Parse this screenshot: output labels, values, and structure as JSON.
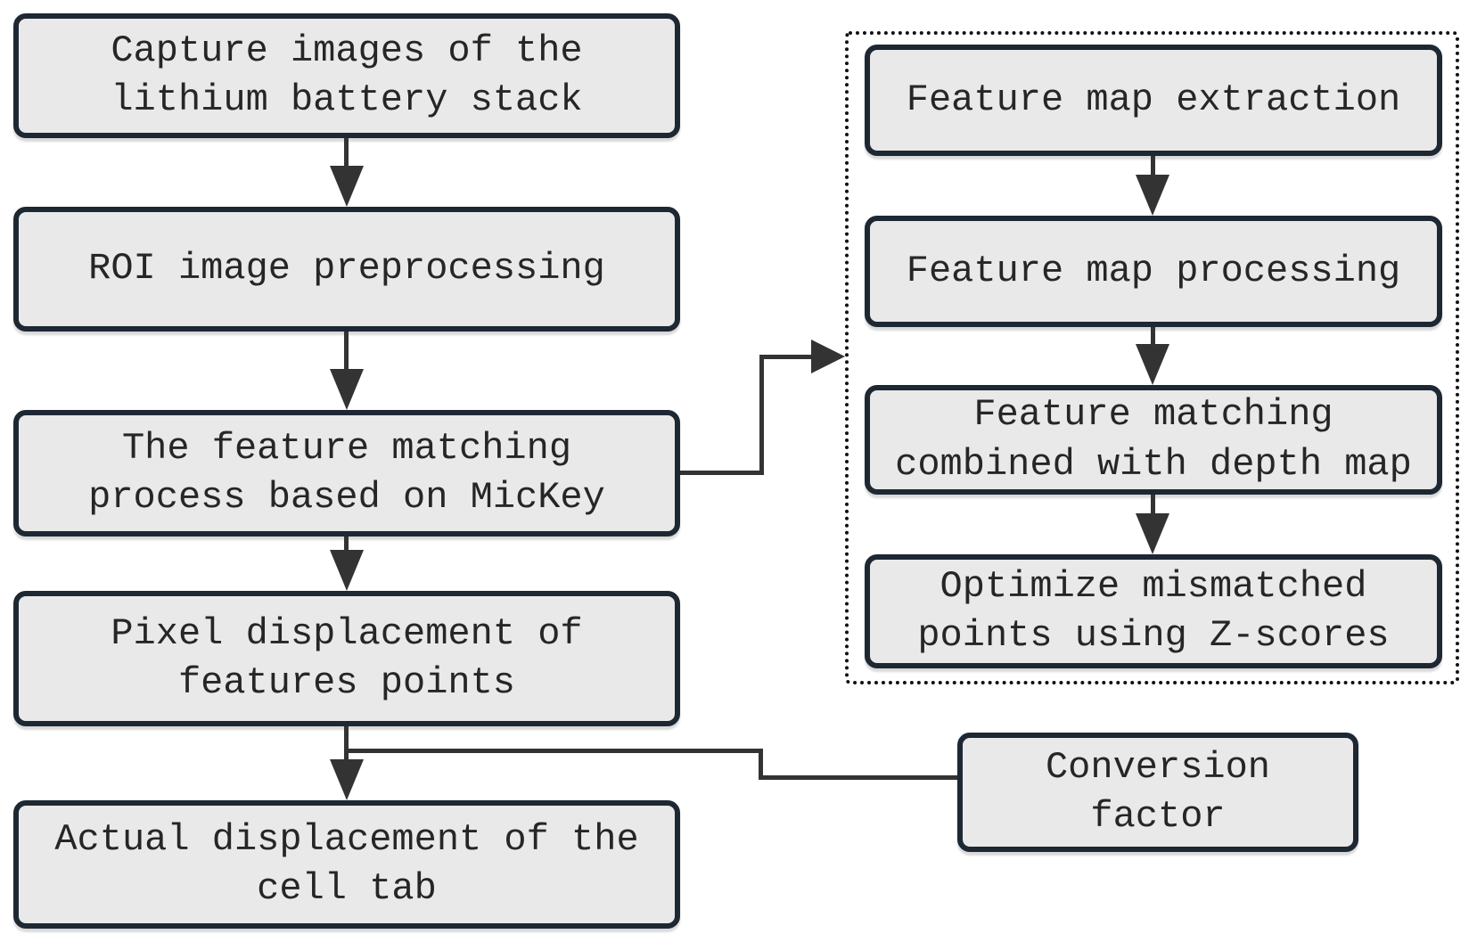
{
  "colors": {
    "background": "#ffffff",
    "box_fill": "#e9e9e9",
    "box_border": "#1d2833",
    "line": "#333333",
    "text": "#262626",
    "dotted_border": "#111111"
  },
  "left_flow": {
    "boxes": [
      {
        "label": "Capture images of the\nlithium battery stack"
      },
      {
        "label": "ROI image preprocessing"
      },
      {
        "label": "The feature matching\nprocess based on MicKey"
      },
      {
        "label": "Pixel displacement of\nfeatures points"
      },
      {
        "label": "Actual displacement of the\ncell tab"
      }
    ]
  },
  "mickey_group": {
    "boxes": [
      {
        "label": "Feature map extraction"
      },
      {
        "label": "Feature map processing"
      },
      {
        "label": "Feature matching\ncombined with depth map"
      },
      {
        "label": "Optimize mismatched\npoints using Z-scores"
      }
    ]
  },
  "conversion_box": {
    "label": "Conversion\nfactor"
  }
}
